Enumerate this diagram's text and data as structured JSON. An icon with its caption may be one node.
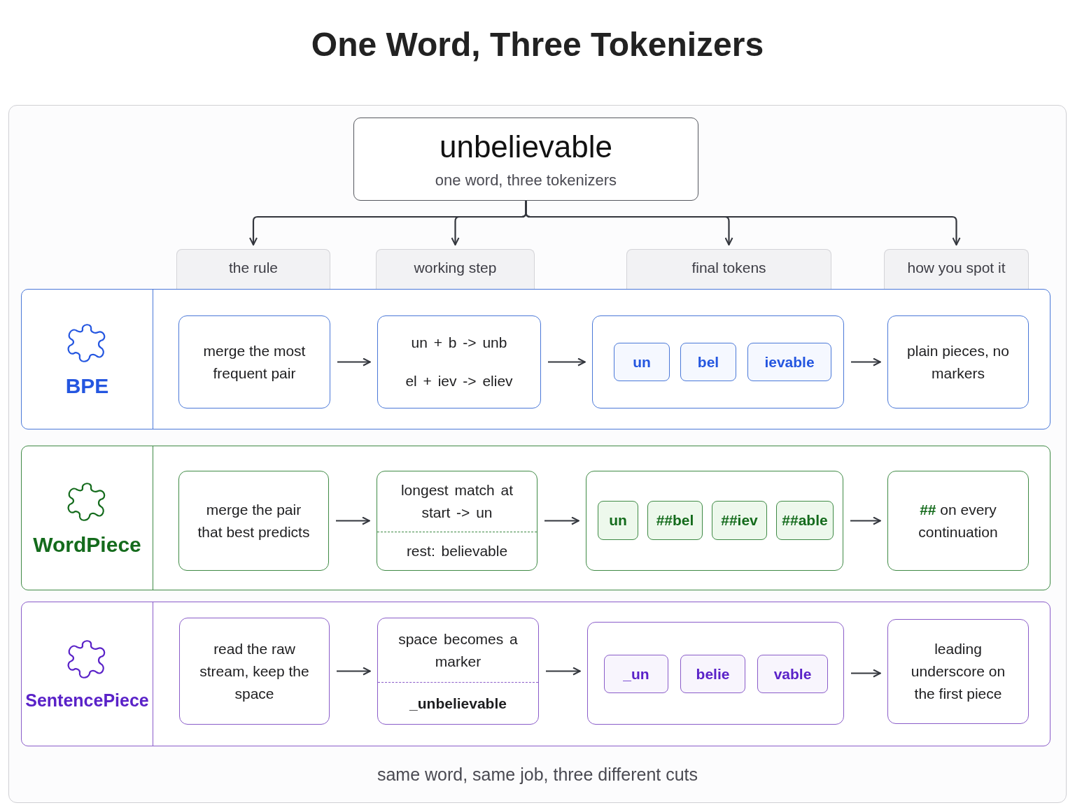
{
  "diagram": {
    "title": "One Word, Three Tokenizers",
    "caption": "same word, same job, three different cuts",
    "nodes": [
      {
        "text": [
          "unbelievable",
          "one word, three tokenizers"
        ]
      },
      {
        "text": [
          "the rule"
        ]
      },
      {
        "text": [
          "working step"
        ]
      },
      {
        "text": [
          "final tokens"
        ]
      },
      {
        "text": [
          "how you spot it"
        ]
      },
      {
        "text": [
          "BPE"
        ]
      },
      {
        "text": [
          "merge the most frequent pair"
        ],
        "in": 5
      },
      {
        "text": [
          "un + b -> unb",
          "el + iev -> eliev"
        ],
        "in": 5
      },
      {
        "text": [],
        "shape": "box",
        "in": 5
      },
      {
        "text": [
          "un"
        ],
        "in": 8
      },
      {
        "text": [
          "bel"
        ],
        "in": 8
      },
      {
        "text": [
          "ievable"
        ],
        "in": 8
      },
      {
        "text": [
          "plain pieces, no markers"
        ],
        "in": 5
      },
      {
        "text": [
          "WordPiece"
        ]
      },
      {
        "text": [
          "merge the pair that best predicts"
        ],
        "in": 13
      },
      {
        "text": [
          "longest match at start -> un",
          "rest: believable"
        ],
        "in": 13
      },
      {
        "text": [],
        "shape": "box",
        "in": 13
      },
      {
        "text": [
          "un"
        ],
        "in": 16
      },
      {
        "text": [
          "##bel"
        ],
        "in": 16
      },
      {
        "text": [
          "##iev"
        ],
        "in": 16
      },
      {
        "text": [
          "##able"
        ],
        "in": 16
      },
      {
        "text": [
          "**##** on every continuation"
        ],
        "in": 13
      },
      {
        "text": [
          "SentencePiece"
        ]
      },
      {
        "text": [
          "read the raw stream, keep the space"
        ],
        "in": 22
      },
      {
        "text": [
          "space becomes a marker",
          "_unbelievable"
        ],
        "in": 22
      },
      {
        "text": [],
        "shape": "box",
        "in": 22
      },
      {
        "text": [
          "_un"
        ],
        "in": 25
      },
      {
        "text": [
          "belie"
        ],
        "in": 25
      },
      {
        "text": [
          "vable"
        ],
        "in": 25
      },
      {
        "text": [
          "leading underscore on the first piece"
        ],
        "in": 22
      }
    ],
    "edges": [
      {
        "from": 0,
        "to": 1,
        "arrow": "to"
      },
      {
        "from": 0,
        "to": 2,
        "arrow": "to"
      },
      {
        "from": 0,
        "to": 3,
        "arrow": "to"
      },
      {
        "from": 0,
        "to": 4,
        "arrow": "to"
      },
      {
        "from": 6,
        "to": 7,
        "arrow": "to"
      },
      {
        "from": 7,
        "to": 8,
        "arrow": "to"
      },
      {
        "from": 8,
        "to": 12,
        "arrow": "to"
      },
      {
        "from": 14,
        "to": 15,
        "arrow": "to"
      },
      {
        "from": 15,
        "to": 16,
        "arrow": "to"
      },
      {
        "from": 16,
        "to": 21,
        "arrow": "to"
      },
      {
        "from": 23,
        "to": 24,
        "arrow": "to"
      },
      {
        "from": 24,
        "to": 25,
        "arrow": "to"
      },
      {
        "from": 25,
        "to": 29,
        "arrow": "to"
      }
    ]
  }
}
